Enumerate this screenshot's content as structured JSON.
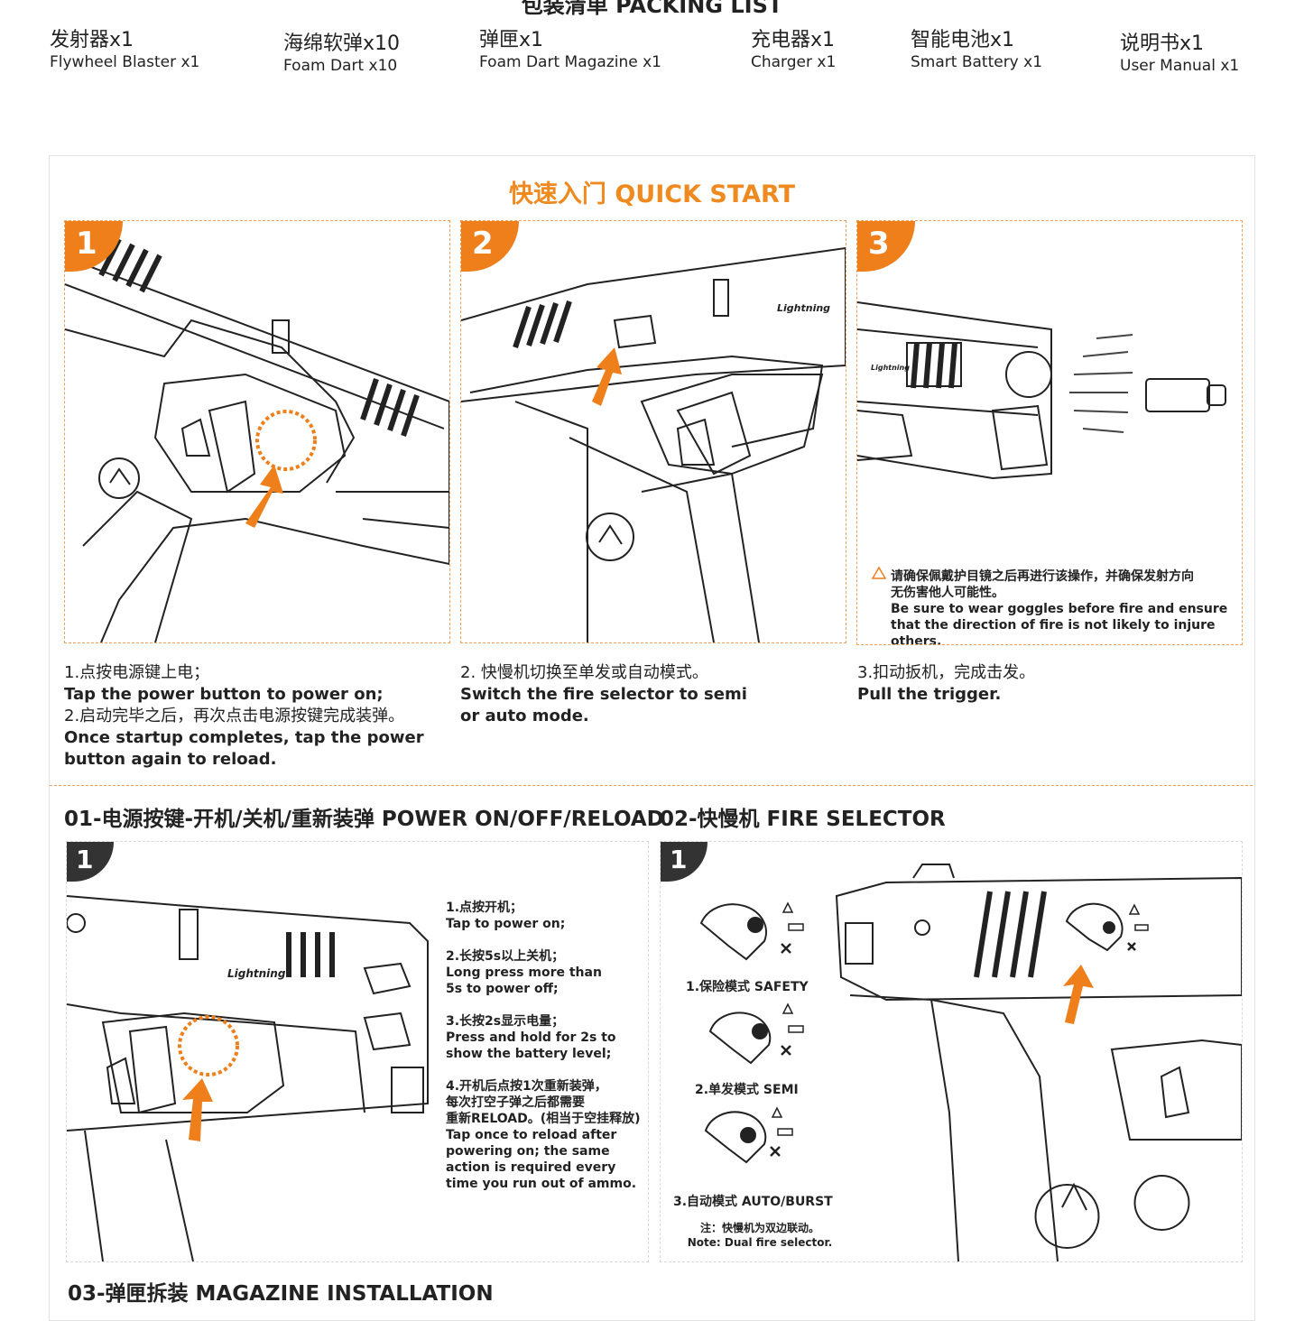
{
  "packing": {
    "title": "包装清单 PACKING LIST",
    "items": [
      {
        "zh": "发射器x1",
        "en": "Flywheel Blaster x1"
      },
      {
        "zh": "海绵软弹x10",
        "en": "Foam Dart x10"
      },
      {
        "zh": "弹匣x1",
        "en": "Foam Dart Magazine x1"
      },
      {
        "zh": "充电器x1",
        "en": "Charger x1"
      },
      {
        "zh": "智能电池x1",
        "en": "Smart Battery x1"
      },
      {
        "zh": "说明书x1",
        "en": "User Manual x1"
      }
    ]
  },
  "quick_start": {
    "title": "快速入门 QUICK START",
    "panels": [
      {
        "number": "1"
      },
      {
        "number": "2"
      },
      {
        "number": "3"
      }
    ],
    "warning": {
      "zh1": "请确保佩戴护目镜之后再进行该操作，并确保发射方向",
      "zh2": "无伤害他人可能性。",
      "en1": "Be sure to wear goggles before fire and ensure",
      "en2": "that the direction of fire is not likely to injure others."
    },
    "steps": [
      {
        "l1": "1.点按电源键上电；",
        "l2": "Tap the power button to power on;",
        "l3": "2.启动完毕之后，再次点击电源按键完成装弹。",
        "l4": "Once startup completes, tap the power",
        "l5": "button again to reload."
      },
      {
        "l1": "2. 快慢机切换至单发或自动模式。",
        "l2": "Switch the fire selector to semi",
        "l3": "or auto mode."
      },
      {
        "l1": "3.扣动扳机，完成击发。",
        "l2": "Pull the trigger."
      }
    ]
  },
  "section01": {
    "title": "01-电源按键-开机/关机/重新装弹 POWER ON/OFF/RELOAD",
    "badge": "1",
    "brand": "Lightning",
    "notes": [
      {
        "zh": "1.点按开机；",
        "en": "Tap to power on;"
      },
      {
        "zh": "2.长按5s以上关机；",
        "en": "Long press more than\n5s to power off;"
      },
      {
        "zh": "3.长按2s显示电量；",
        "en": "Press and hold for 2s to\nshow the battery level;"
      },
      {
        "zh": "4.开机后点按1次重新装弹，\n每次打空子弹之后都需要\n重新RELOAD。(相当于空挂释放)",
        "en": "Tap once to reload after\npowering on; the same\naction is required every\ntime you run out of ammo."
      }
    ]
  },
  "section02": {
    "title": "02-快慢机 FIRE SELECTOR",
    "badge": "1",
    "modes": [
      "1.保险模式 SAFETY",
      "2.单发模式 SEMI",
      "3.自动模式 AUTO/BURST"
    ],
    "note_zh": "注：快慢机为双边联动。",
    "note_en": "Note: Dual fire selector."
  },
  "section03": {
    "title": "03-弹匣拆装 MAGAZINE INSTALLATION"
  },
  "colors": {
    "accent": "#ee7f1b",
    "dark_badge": "#333333",
    "text": "#222222"
  }
}
